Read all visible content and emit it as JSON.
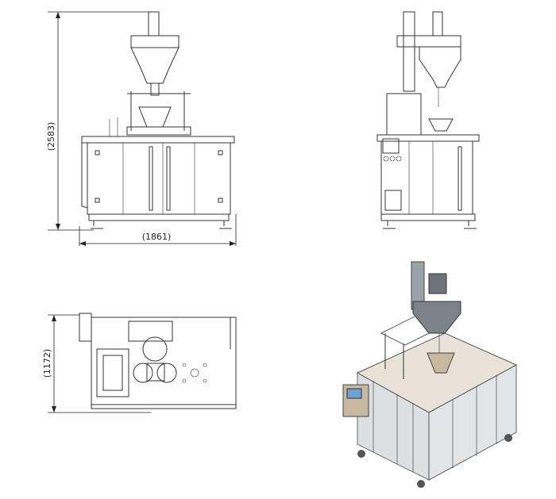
{
  "drawing": {
    "front_view": {
      "height_dimension": "(2583)",
      "width_dimension": "(1861)"
    },
    "top_view": {
      "depth_dimension": "(1172)"
    },
    "colors": {
      "line": "#333333",
      "frame": "#c9b8a0",
      "panel": "#9aa3a8",
      "hopper": "#6d7479"
    }
  }
}
